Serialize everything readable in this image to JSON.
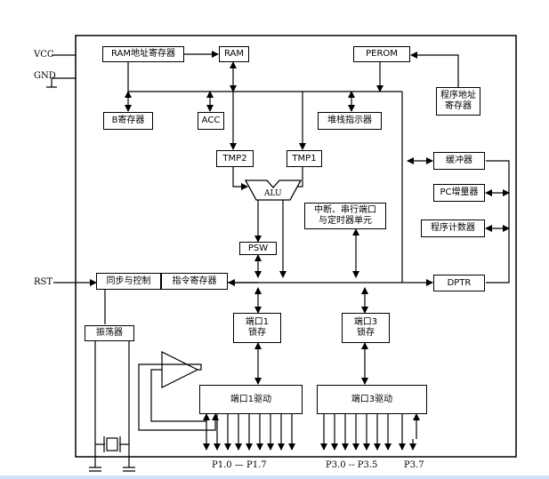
{
  "pins": {
    "vcc": "VCC",
    "gnd": "GND",
    "rst": "RST"
  },
  "blocks": {
    "ram_addr_reg": "RAM地址寄存器",
    "ram": "RAM",
    "perom": "PEROM",
    "prog_addr_reg": "程序地址\n寄存器",
    "b_reg": "B寄存器",
    "acc": "ACC",
    "stack_ptr": "堆栈指示器",
    "tmp2": "TMP2",
    "tmp1": "TMP1",
    "alu": "ALU",
    "buffer": "缓冲器",
    "pc_incr": "PC增量器",
    "prog_counter": "程序计数器",
    "int_serial_timer": "中断、串行端口\n与定时器单元",
    "psw": "PSW",
    "sync_ctrl": "同步与控制",
    "instr_reg": "指令寄存器",
    "dptr": "DPTR",
    "oscillator": "振荡器",
    "port1_latch": "端口1\n锁存",
    "port3_latch": "端口3\n锁存",
    "port1_driver": "端口1驱动",
    "port3_driver": "端口3驱动"
  },
  "bottom_labels": {
    "p1": "P1.0 — P1.7",
    "p3_range": "P3.0 -- P3.5",
    "p3_7": "P3.7"
  }
}
